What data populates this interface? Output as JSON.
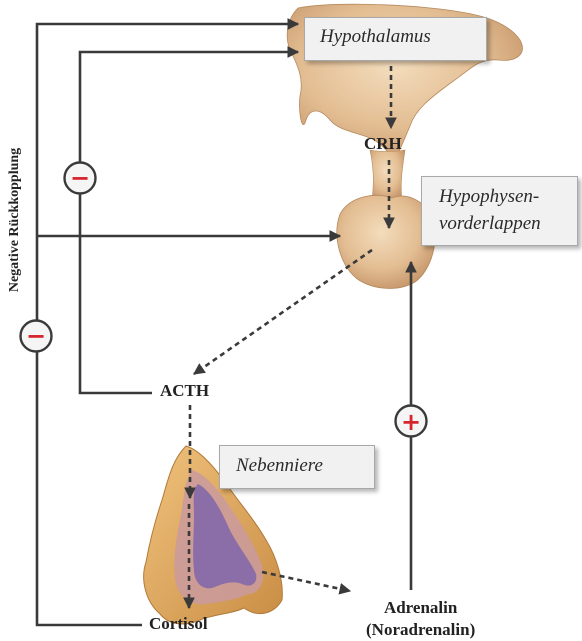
{
  "boxes": {
    "hypothalamus": "Hypothalamus",
    "hypophyse_line1": "Hypophysen-",
    "hypophyse_line2": "vorderlappen",
    "nebenniere": "Nebenniere"
  },
  "labels": {
    "crh": "CRH",
    "acth": "ACTH",
    "cortisol": "Cortisol",
    "adrenalin_line1": "Adrenalin",
    "adrenalin_line2": "(Noradrenalin)",
    "feedback": "Negative Rückkopplung"
  },
  "signs": {
    "minus": "−",
    "plus": "+"
  },
  "colors": {
    "line": "#3a3a3a",
    "sign_red": "#d6262d",
    "gland_light": "#e7c396",
    "gland_dark": "#b9895a",
    "adrenal_outer": "#e0b06a",
    "adrenal_cortex": "#c98e9e",
    "adrenal_medulla": "#8b6ea8"
  }
}
